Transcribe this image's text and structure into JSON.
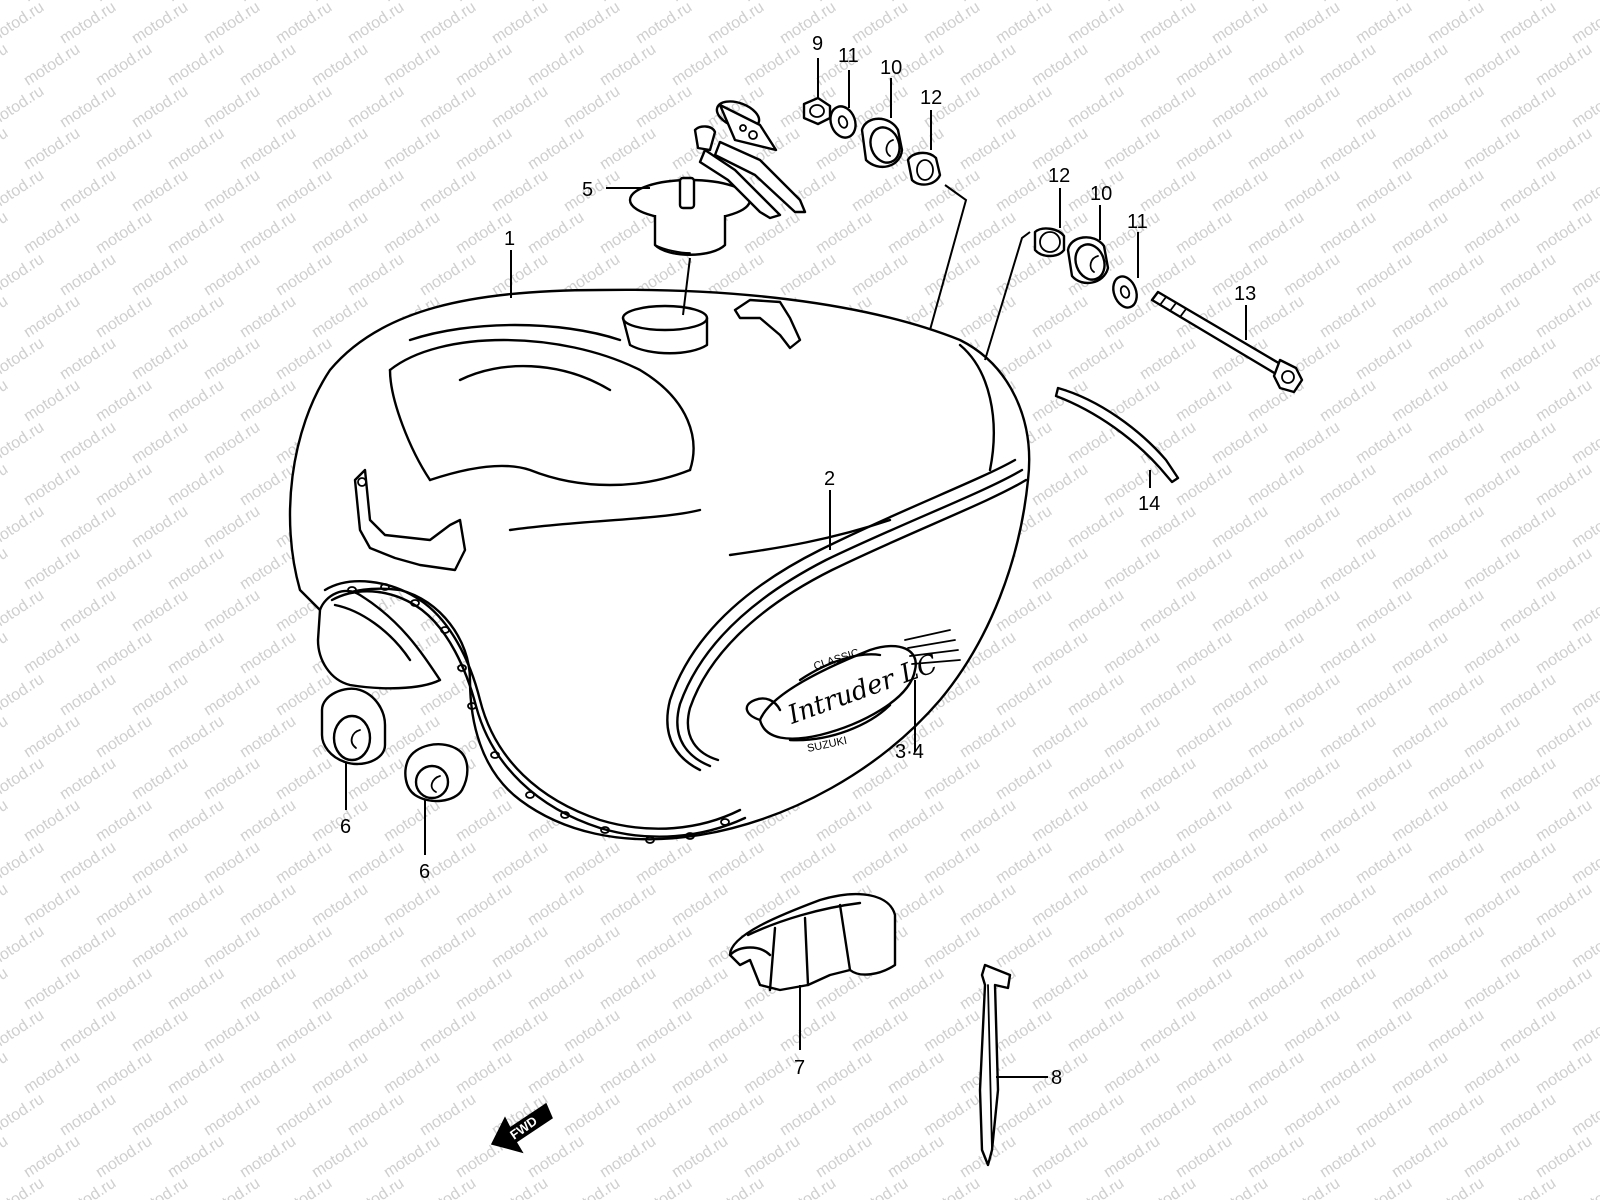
{
  "watermark": {
    "text": "motod.ru",
    "color": "#cfcfcf"
  },
  "callouts": [
    {
      "id": "c1",
      "label": "1"
    },
    {
      "id": "c2",
      "label": "2"
    },
    {
      "id": "c34",
      "label": "3·4"
    },
    {
      "id": "c5",
      "label": "5"
    },
    {
      "id": "c6a",
      "label": "6"
    },
    {
      "id": "c6b",
      "label": "6"
    },
    {
      "id": "c7",
      "label": "7"
    },
    {
      "id": "c8",
      "label": "8"
    },
    {
      "id": "c9",
      "label": "9"
    },
    {
      "id": "c10a",
      "label": "10"
    },
    {
      "id": "c10b",
      "label": "10"
    },
    {
      "id": "c11a",
      "label": "11"
    },
    {
      "id": "c11b",
      "label": "11"
    },
    {
      "id": "c12a",
      "label": "12"
    },
    {
      "id": "c12b",
      "label": "12"
    },
    {
      "id": "c13",
      "label": "13"
    },
    {
      "id": "c14",
      "label": "14"
    }
  ],
  "emblem": {
    "top_text": "CLASSIC",
    "script_text": "Intruder LC",
    "bottom_text": "SUZUKI"
  },
  "direction_marker": {
    "label": "FWD"
  }
}
